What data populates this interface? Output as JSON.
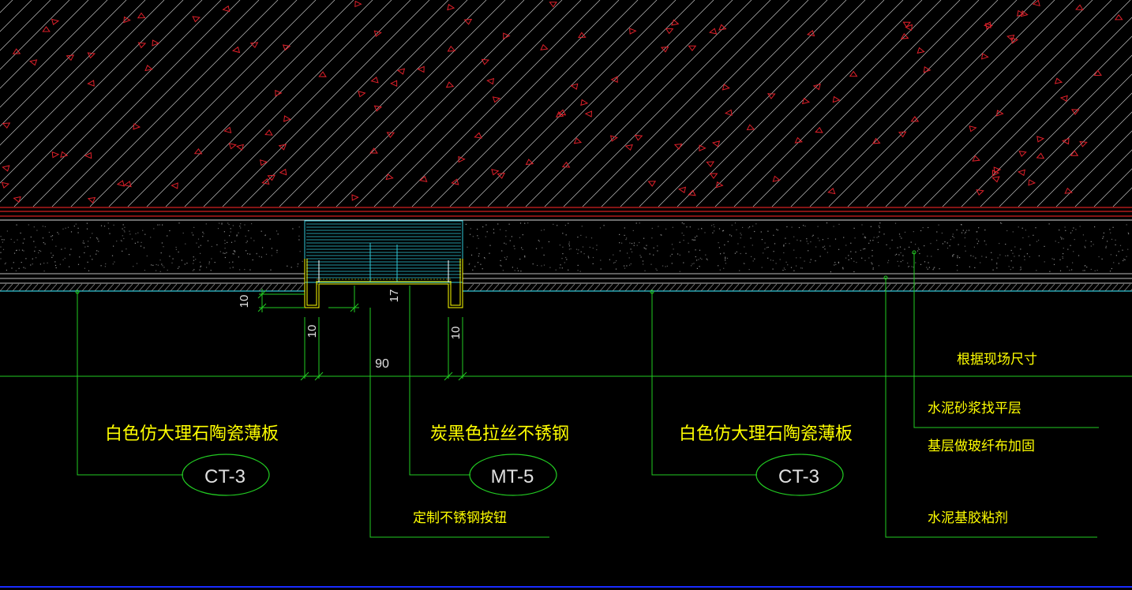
{
  "drawing": {
    "colors": {
      "background": "#000000",
      "hatch_lines": "#cfcfcf",
      "concrete_marks": "#e0202a",
      "finish_lines": "#d42020",
      "leader_lines": "#22cc22",
      "text": "#ffff00",
      "ellipse_text": "#e0e0e0",
      "cyan": "#30c8d8",
      "bottom_border": "#1a2cff"
    },
    "dimensions": {
      "d1": "10",
      "d2": "10",
      "d3": "10",
      "d4": "90",
      "d5": "17"
    },
    "labels": {
      "left_material": "白色仿大理石陶瓷薄板",
      "left_tag": "CT-3",
      "center_material": "炭黑色拉丝不锈钢",
      "center_tag": "MT-5",
      "button_note": "定制不锈钢按钮",
      "right_material": "白色仿大理石陶瓷薄板",
      "right_tag": "CT-3",
      "site_size": "根据现场尺寸",
      "mortar": "水泥砂浆找平层",
      "fiberglass": "基层做玻纤布加固",
      "adhesive": "水泥基胶粘剂"
    }
  }
}
